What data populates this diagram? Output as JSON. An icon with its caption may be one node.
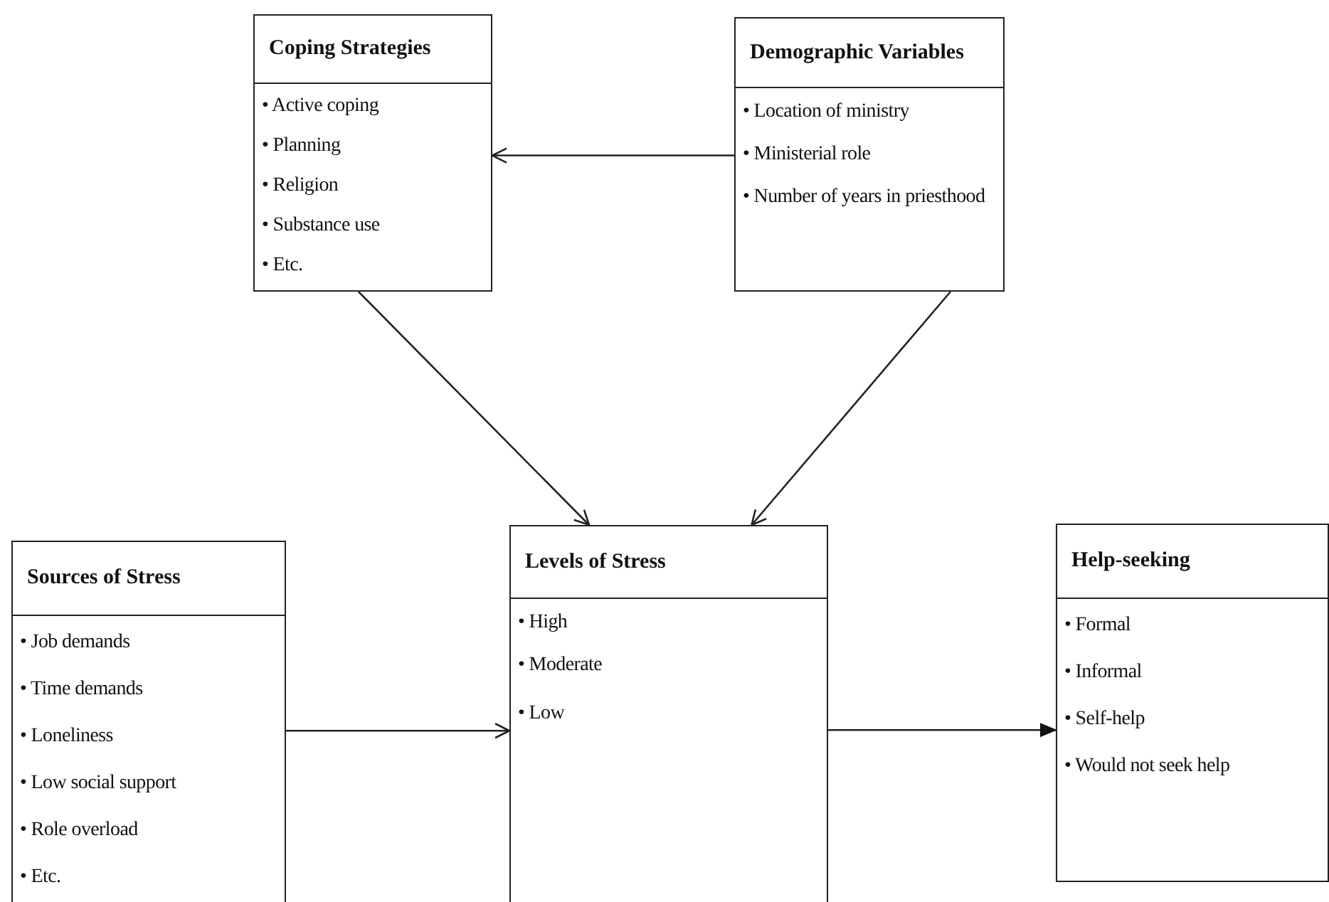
{
  "diagram": {
    "nodes": [
      {
        "text": [
          "Coping Strategies",
          "• Active coping",
          "• Planning",
          "• Religion",
          "• Substance use",
          "• Etc."
        ]
      },
      {
        "text": [
          "Demographic Variables",
          "• Location of ministry",
          "• Ministerial role",
          "• Number of years in priesthood"
        ]
      },
      {
        "text": [
          "Sources of Stress",
          "• Job demands",
          "• Time demands",
          "• Loneliness",
          "• Low social support",
          "• Role overload",
          "• Etc."
        ]
      },
      {
        "text": [
          "Levels of Stress",
          "• High",
          "• Moderate",
          "• Low"
        ]
      },
      {
        "text": [
          "Help-seeking",
          "• Formal",
          "• Informal",
          "• Self-help",
          "• Would not seek help"
        ]
      }
    ],
    "edges": [
      {
        "from": 1,
        "to": 0,
        "arrow": "to"
      },
      {
        "from": 0,
        "to": 3,
        "arrow": "to"
      },
      {
        "from": 1,
        "to": 3,
        "arrow": "to"
      },
      {
        "from": 2,
        "to": 3,
        "arrow": "to"
      },
      {
        "from": 3,
        "to": 4,
        "arrow": "to"
      }
    ]
  }
}
